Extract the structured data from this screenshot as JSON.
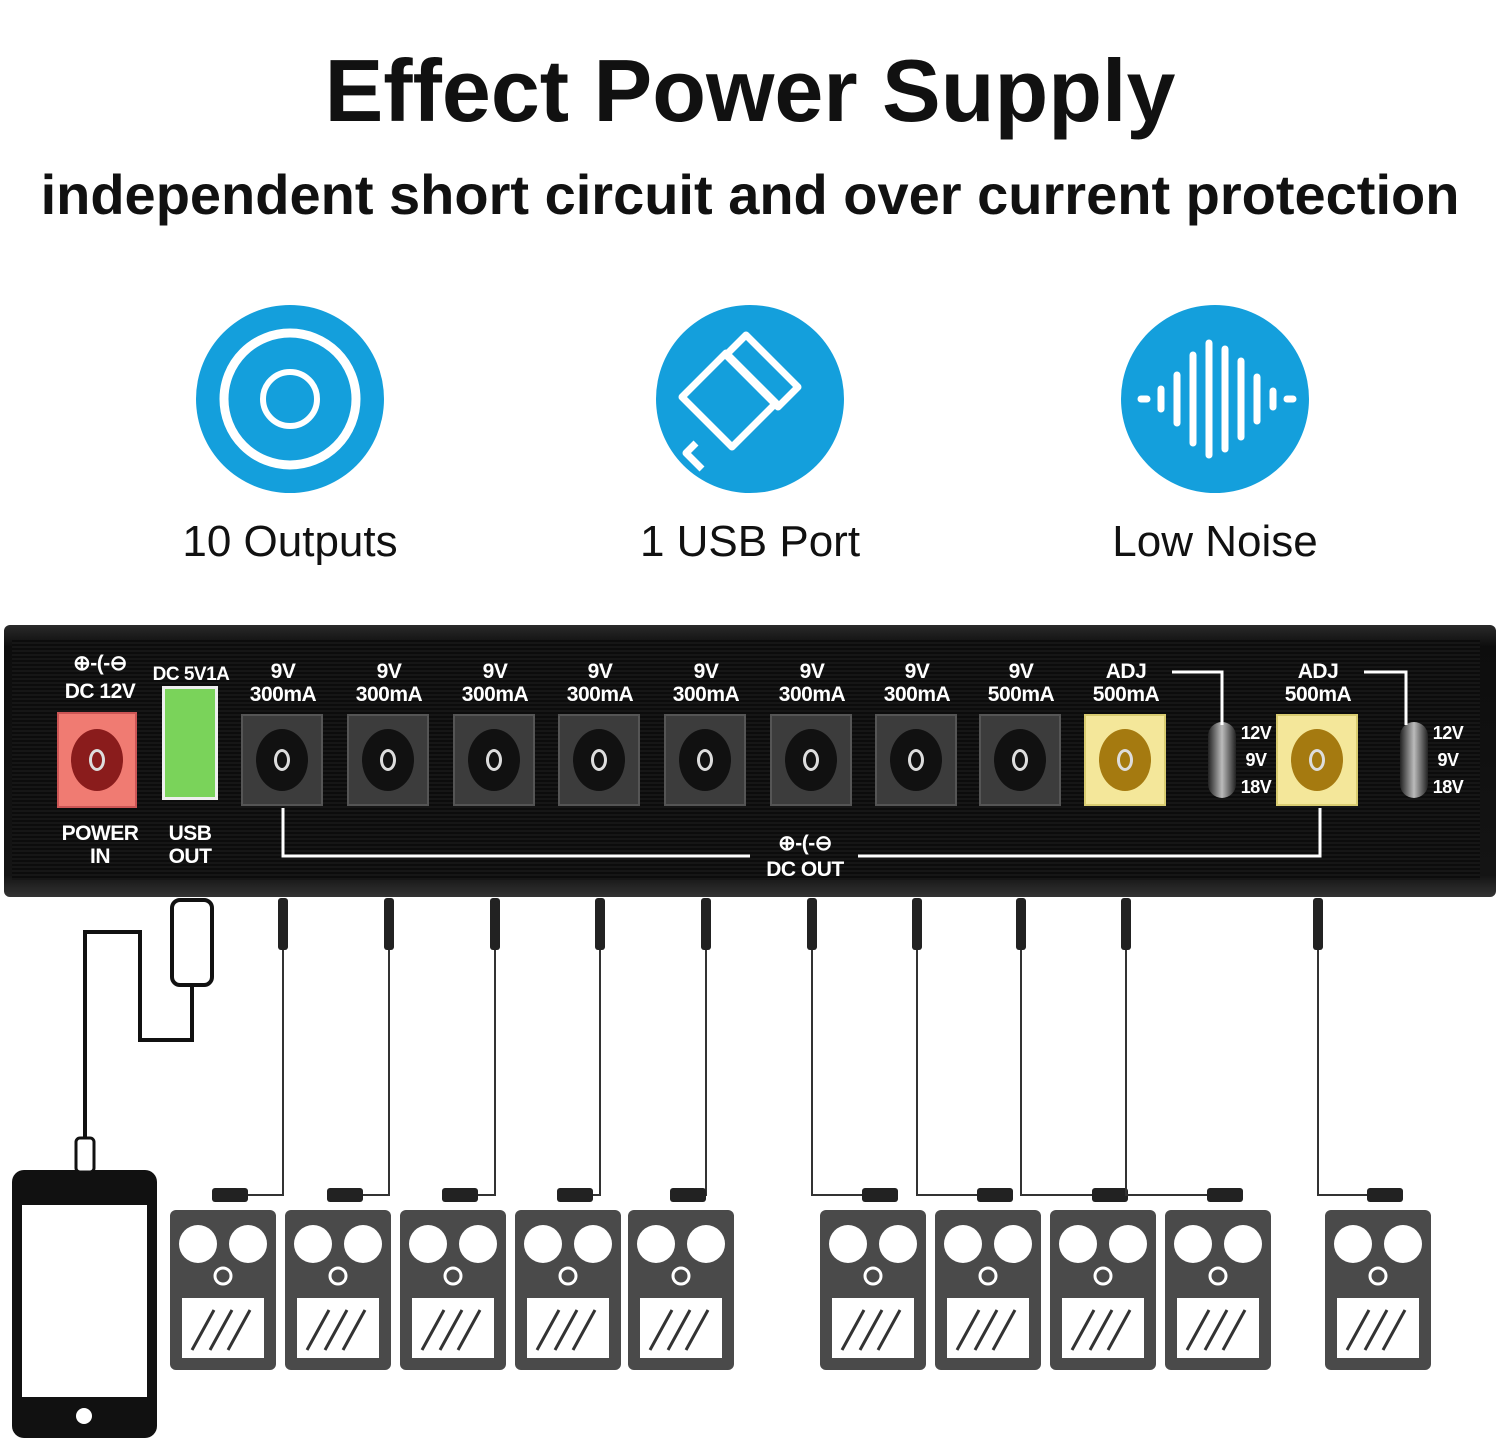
{
  "header": {
    "title": "Effect Power Supply",
    "subtitle": "independent short circuit and over current protection"
  },
  "features": [
    {
      "icon": "disc-icon",
      "label": "10 Outputs"
    },
    {
      "icon": "usb-icon",
      "label": "1 USB Port"
    },
    {
      "icon": "sound-wave-icon",
      "label": "Low Noise"
    }
  ],
  "device": {
    "power_in": {
      "spec": "DC 12V",
      "label_line1": "POWER",
      "label_line2": "IN",
      "color": "#f07b72"
    },
    "usb_out": {
      "spec": "DC 5V1A",
      "label_line1": "USB",
      "label_line2": "OUT",
      "color": "#7ad35a"
    },
    "outputs": [
      {
        "voltage": "9V",
        "current": "300mA",
        "type": "fixed"
      },
      {
        "voltage": "9V",
        "current": "300mA",
        "type": "fixed"
      },
      {
        "voltage": "9V",
        "current": "300mA",
        "type": "fixed"
      },
      {
        "voltage": "9V",
        "current": "300mA",
        "type": "fixed"
      },
      {
        "voltage": "9V",
        "current": "300mA",
        "type": "fixed"
      },
      {
        "voltage": "9V",
        "current": "300mA",
        "type": "fixed"
      },
      {
        "voltage": "9V",
        "current": "300mA",
        "type": "fixed"
      },
      {
        "voltage": "9V",
        "current": "500mA",
        "type": "fixed"
      },
      {
        "voltage": "ADJ",
        "current": "500mA",
        "type": "adjustable"
      },
      {
        "voltage": "ADJ",
        "current": "500mA",
        "type": "adjustable"
      }
    ],
    "switch_options": [
      "12V",
      "9V",
      "18V"
    ],
    "dc_out_label": "DC OUT"
  }
}
